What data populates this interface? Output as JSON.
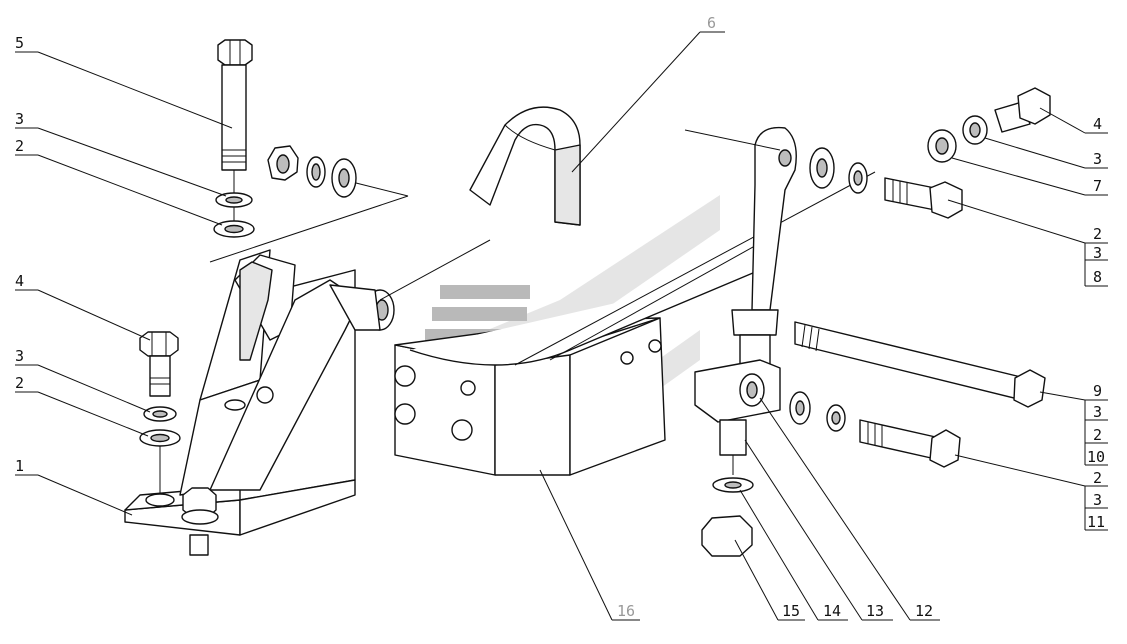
{
  "diagram": {
    "callouts": [
      {
        "id": "c5",
        "text": "5"
      },
      {
        "id": "c3a",
        "text": "3"
      },
      {
        "id": "c2a",
        "text": "2"
      },
      {
        "id": "c4a",
        "text": "4"
      },
      {
        "id": "c3b",
        "text": "3"
      },
      {
        "id": "c2b",
        "text": "2"
      },
      {
        "id": "c1",
        "text": "1"
      },
      {
        "id": "c6",
        "text": "6"
      },
      {
        "id": "c4b",
        "text": "4"
      },
      {
        "id": "c3c",
        "text": "3"
      },
      {
        "id": "c7",
        "text": "7"
      },
      {
        "id": "c16",
        "text": "16"
      },
      {
        "id": "c15",
        "text": "15"
      },
      {
        "id": "c14",
        "text": "14"
      },
      {
        "id": "c13",
        "text": "13"
      },
      {
        "id": "c12",
        "text": "12"
      }
    ],
    "stacked_callouts": [
      {
        "id": "s1",
        "items": [
          "2",
          "3",
          "8"
        ]
      },
      {
        "id": "s2",
        "items": [
          "9",
          "3",
          "2",
          "10"
        ]
      },
      {
        "id": "s3",
        "items": [
          "2",
          "3",
          "11"
        ]
      }
    ],
    "watermark_color": "#cfcfcf"
  }
}
